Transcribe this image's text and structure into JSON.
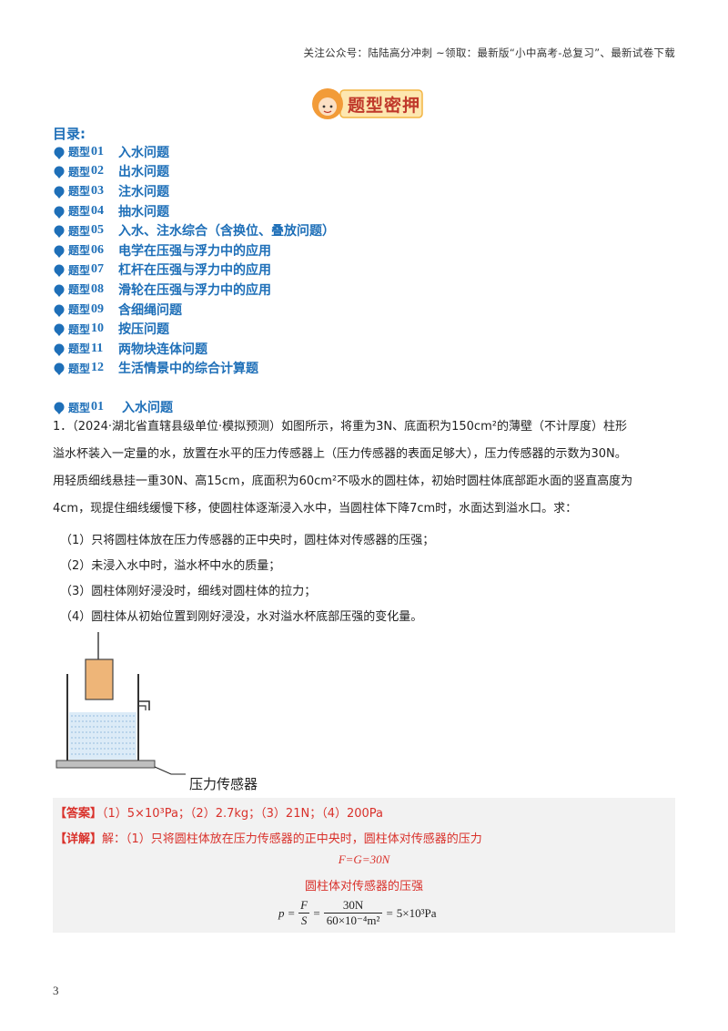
{
  "header_note": "关注公众号：陆陆高分冲刺  ~领取：最新版“小中高考-总复习”、最新试卷下载",
  "badge_text": "题型密押",
  "toc": {
    "title": "目录:",
    "items": [
      {
        "tag": "题型",
        "num": "01",
        "title": "入水问题"
      },
      {
        "tag": "题型",
        "num": "02",
        "title": "出水问题"
      },
      {
        "tag": "题型",
        "num": "03",
        "title": "注水问题"
      },
      {
        "tag": "题型",
        "num": "04",
        "title": "抽水问题"
      },
      {
        "tag": "题型",
        "num": "05",
        "title": "入水、注水综合（含换位、叠放问题）"
      },
      {
        "tag": "题型",
        "num": "06",
        "title": "电学在压强与浮力中的应用"
      },
      {
        "tag": "题型",
        "num": "07",
        "title": "杠杆在压强与浮力中的应用"
      },
      {
        "tag": "题型",
        "num": "08",
        "title": "滑轮在压强与浮力中的应用"
      },
      {
        "tag": "题型",
        "num": "09",
        "title": "含细绳问题"
      },
      {
        "tag": "题型",
        "num": "10",
        "title": "按压问题"
      },
      {
        "tag": "题型",
        "num": "11",
        "title": "两物块连体问题"
      },
      {
        "tag": "题型",
        "num": "12",
        "title": "生活情景中的综合计算题"
      }
    ]
  },
  "section": {
    "tag": "题型",
    "num": "01",
    "title": "入水问题"
  },
  "problem": {
    "line1": "1．（2024·湖北省直辖县级单位·模拟预测）如图所示，将重为3N、底面积为150cm²的薄壁（不计厚度）柱形",
    "line2": "溢水杯装入一定量的水，放置在水平的压力传感器上（压力传感器的表面足够大），压力传感器的示数为30N。",
    "line3": "用轻质细线悬挂一重30N、高15cm，底面积为60cm²不吸水的圆柱体，初始时圆柱体底部距水面的竖直高度为",
    "line4": "4cm，现提住细线缓慢下移，使圆柱体逐渐浸入水中，当圆柱体下降7cm时，水面达到溢水口。求：",
    "q1": "（1）只将圆柱体放在压力传感器的正中央时，圆柱体对传感器的压强；",
    "q2": "（2）未浸入水中时，溢水杯中水的质量；",
    "q3": "（3）圆柱体刚好浸没时，细线对圆柱体的拉力；",
    "q4": "（4）圆柱体从初始位置到刚好浸没，水对溢水杯底部压强的变化量。"
  },
  "figure_label": "压力传感器",
  "answer": {
    "label": "【答案】",
    "text": "（1）5×10³Pa；（2）2.7kg；（3）21N；（4）200Pa"
  },
  "explanation": {
    "label": "【详解】",
    "text": "解：（1）只将圆柱体放在压力传感器的正中央时，圆柱体对传感器的压力",
    "eq1": "F=G=30N",
    "line2": "圆柱体对传感器的压强",
    "p_lhs": "p",
    "frac1_num": "F",
    "frac1_den": "S",
    "frac2_num": "30N",
    "frac2_den": "60×10⁻⁴m²",
    "result": "5×10³Pa"
  },
  "page_number": "3",
  "colors": {
    "heading_blue": "#1e6fb8",
    "answer_red": "#d9312b",
    "answer_bg": "#f2f2f2"
  }
}
